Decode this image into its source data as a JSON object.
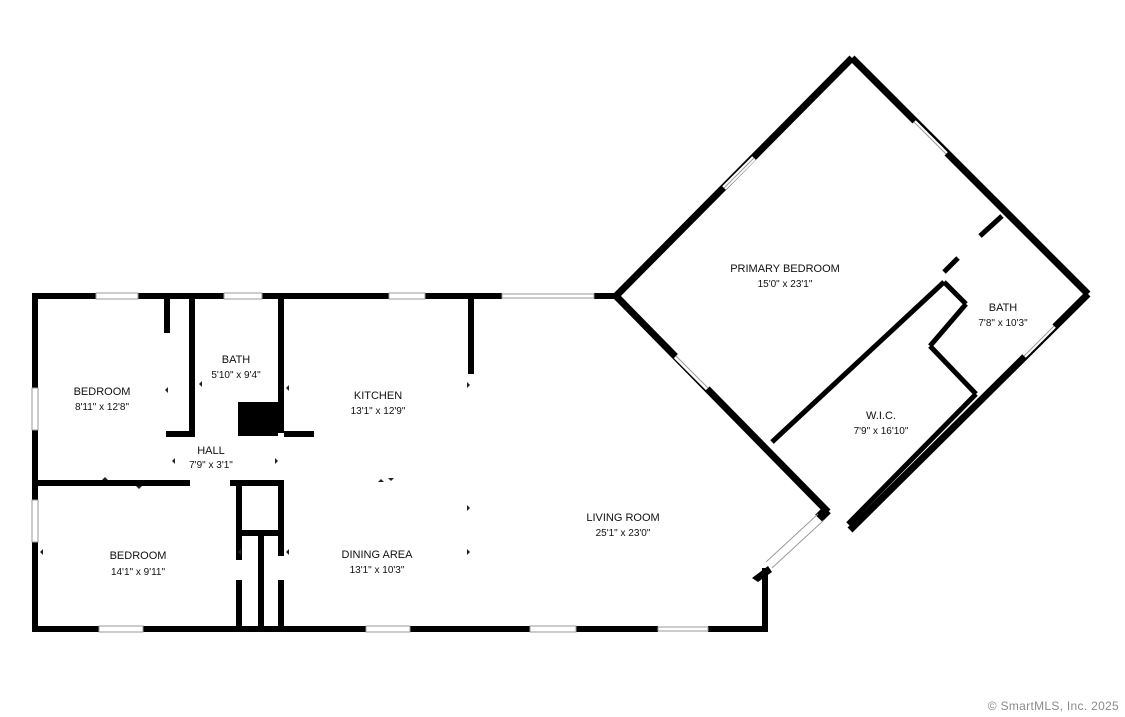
{
  "rooms": {
    "bedroom_1": {
      "name": "BEDROOM",
      "dims": "8'11\" x 12'8\""
    },
    "bath_1": {
      "name": "BATH",
      "dims": "5'10\" x 9'4\""
    },
    "kitchen": {
      "name": "KITCHEN",
      "dims": "13'1\" x 12'9\""
    },
    "hall": {
      "name": "HALL",
      "dims": "7'9\" x 3'1\""
    },
    "bedroom_2": {
      "name": "BEDROOM",
      "dims": "14'1\" x 9'11\""
    },
    "dining": {
      "name": "DINING AREA",
      "dims": "13'1\" x 10'3\""
    },
    "living": {
      "name": "LIVING ROOM",
      "dims": "25'1\" x 23'0\""
    },
    "primary_bedroom": {
      "name": "PRIMARY BEDROOM",
      "dims": "15'0\" x 23'1\""
    },
    "bath_2": {
      "name": "BATH",
      "dims": "7'8\" x 10'3\""
    },
    "wic": {
      "name": "W.I.C.",
      "dims": "7'9\" x 16'10\""
    }
  },
  "watermark": "© SmartMLS, Inc.  2025",
  "colors": {
    "wall": "#000000",
    "window": "#9a9a9a",
    "background": "#ffffff"
  }
}
